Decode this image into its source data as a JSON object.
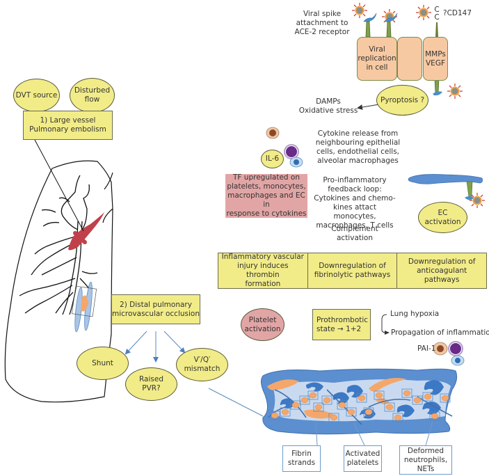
{
  "diagram": {
    "virus_section": {
      "spike_attachment": "Viral spike\nattachment to\nACE-2 receptor",
      "cd147": "?CD147",
      "cd147_marks": [
        "C",
        "C"
      ],
      "viral_replication": "Viral\nreplication\nin cell",
      "mmps_vegf": "MMPs\nVEGF",
      "pyroptosis": "Pyroptosis ?",
      "damps": "DAMPs\nOxidative stress"
    },
    "large_vessel": {
      "dvt_source": "DVT source",
      "disturbed_flow": "Disturbed\nflow",
      "title": "1) Large vessel\nPulmonary embolism"
    },
    "inflammation": {
      "il6": "IL-6",
      "cytokine_release": "Cytokine release from\nneighbouring epithelial\ncells, endothelial cells,\nalveolar macrophages",
      "tf_upregulated": "TF upregulated on\nplatelets, monocytes,\nmacrophages and EC in\nresponse to cytokines",
      "feedback_loop": "Pro-inflammatory\nfeedback loop:\nCytokines and chemo-\nkines attact monocytes,\nmacrophages, T cells",
      "complement": "Complement activation",
      "ec_activation": "EC activation"
    },
    "pathways": [
      "Inflammatory vascular\ninjury induces thrombin\nformation",
      "Downregulation of\nfibrinolytic pathways",
      "Downregulation of\nanticoagulant pathways"
    ],
    "prothrombotic": {
      "platelet_activation": "Platelet\nactivation",
      "state": "Prothrombotic\nstate → 1+2",
      "lung_hypoxia": "Lung hypoxia",
      "propagation": "Propagation of inflammation",
      "pai1": "PAI-1"
    },
    "distal": {
      "title": "2) Distal pulmonary\nmicrovascular occlusion",
      "outcomes": [
        "Shunt",
        "Raised\nPVR?",
        "V′/Q′\nmismatch"
      ]
    },
    "microvessel_labels": [
      "Fibrin\nstrands",
      "Activated\nplatelets",
      "Deformed\nneutrophils,\nNETs"
    ],
    "colors": {
      "yellow": "#f2ec88",
      "pink": "#e2a5a5",
      "cell_peach": "#f7c9a2",
      "blue": "#4a7fc1",
      "light_blue": "#a9c4e6",
      "embolus_red": "#c0414a",
      "platelet_orange": "#f4a76a"
    }
  }
}
